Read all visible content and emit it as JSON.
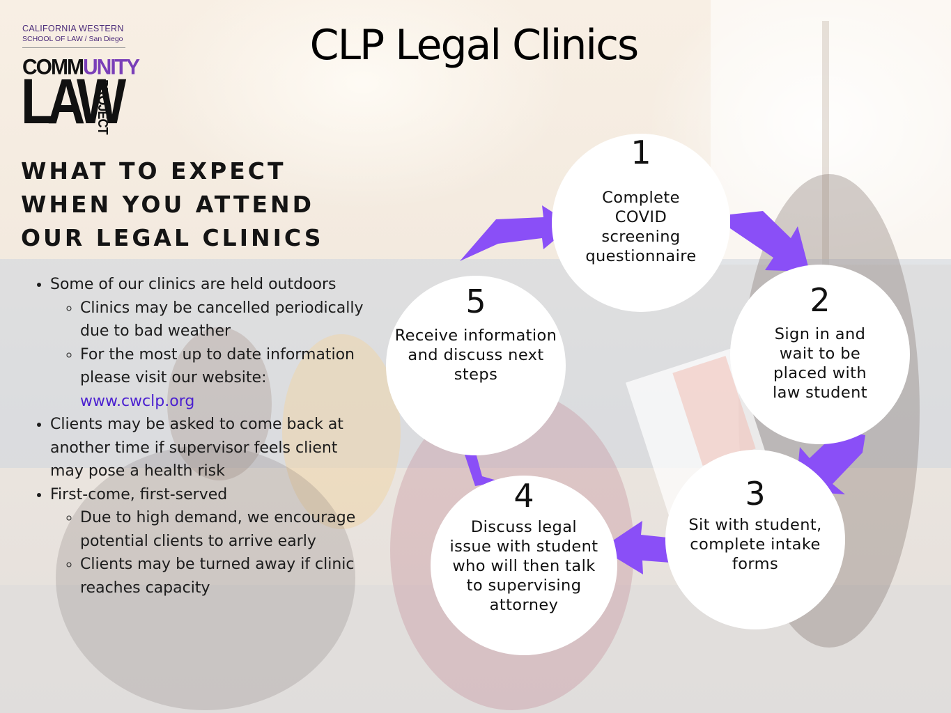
{
  "logo": {
    "school_line1": "CALIFORNIA WESTERN",
    "school_line2": "SCHOOL OF LAW / San Diego",
    "word_community_a": "COMM",
    "word_community_b": "UNITY",
    "word_law": "LAW",
    "word_project": "PROJECT",
    "accent_color": "#7a3fb8"
  },
  "title": "CLP Legal Clinics",
  "heading_lines": [
    "WHAT TO EXPECT",
    "WHEN YOU ATTEND",
    "OUR LEGAL CLINICS"
  ],
  "bullets": [
    {
      "text": "Some of our clinics are held outdoors",
      "sub": [
        "Clinics may be cancelled periodically due to bad weather",
        "For the most up to date information please visit our website: "
      ],
      "link": "www.cwclp.org"
    },
    {
      "text": "Clients may be asked to come back at another time if supervisor feels client may pose a health risk"
    },
    {
      "text": "First-come, first-served",
      "sub": [
        "Due to high demand, we encourage potential clients to arrive early",
        "Clients may be turned away if clinic reaches capacity"
      ]
    }
  ],
  "steps": [
    {
      "num": "1",
      "text": "Complete COVID screening questionnaire"
    },
    {
      "num": "2",
      "text": "Sign in and wait to be placed with law student"
    },
    {
      "num": "3",
      "text": "Sit with student, complete intake forms"
    },
    {
      "num": "4",
      "text": "Discuss legal issue with student who will then talk to supervising attorney"
    },
    {
      "num": "5",
      "text": "Receive information and discuss next steps"
    }
  ],
  "arrow_color": "#8a4ff7",
  "link_color": "#4a1fd0"
}
